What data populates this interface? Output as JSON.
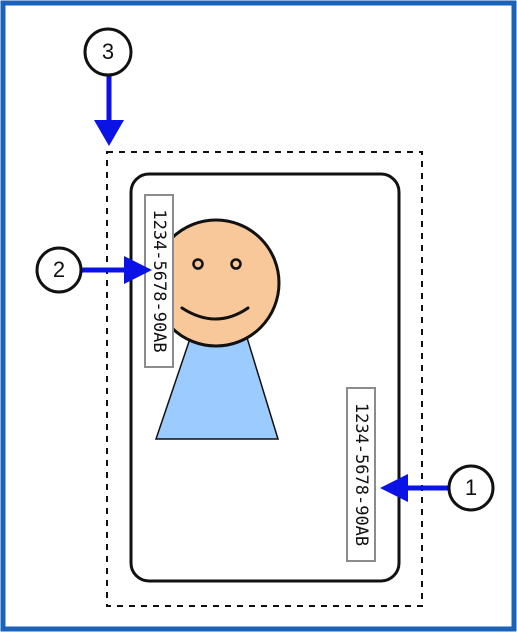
{
  "diagram": {
    "card_number_text_1": "1234-5678-90AB",
    "card_number_text_2": "1234-5678-90AB",
    "callouts": [
      {
        "id": "callout-1",
        "label": "1"
      },
      {
        "id": "callout-2",
        "label": "2"
      },
      {
        "id": "callout-3",
        "label": "3"
      }
    ]
  },
  "colors": {
    "frame_blue": "#1B63B8",
    "arrow_blue": "#0B12E6",
    "face": "#F9C89A",
    "body": "#9CCBFF",
    "label_border": "#8C8C8C",
    "dash": "#111111"
  }
}
